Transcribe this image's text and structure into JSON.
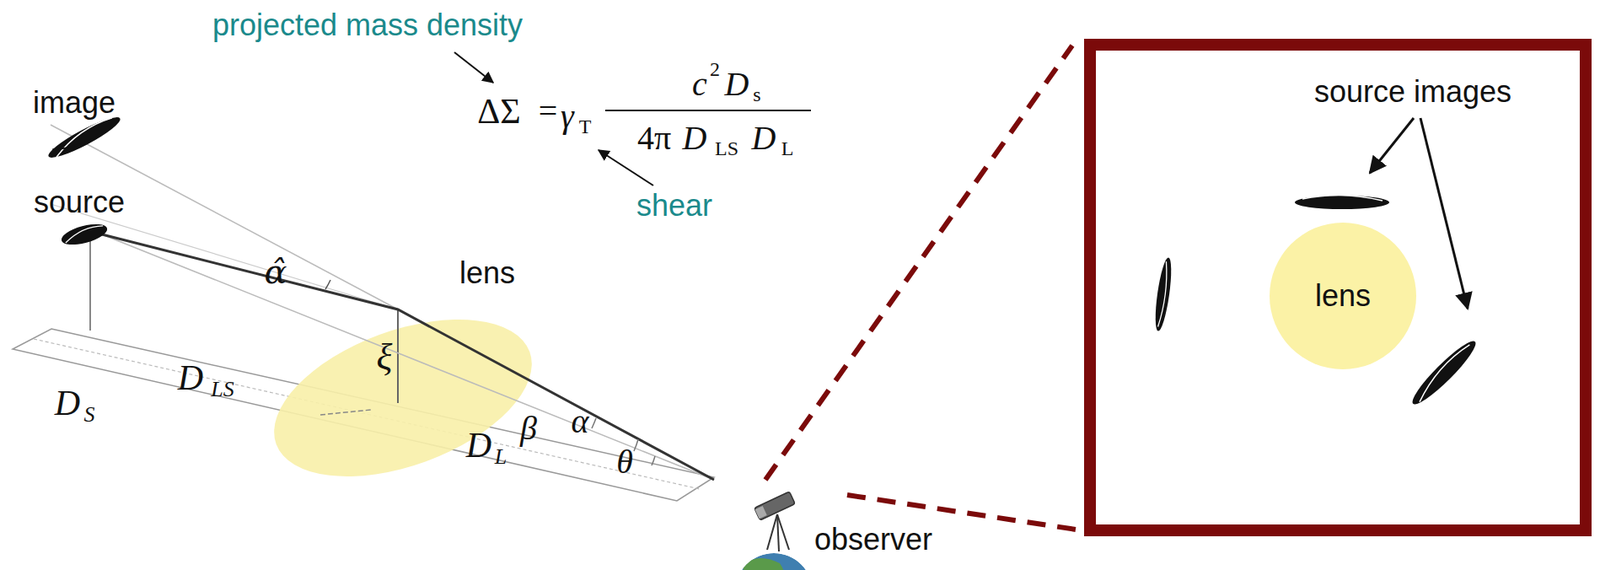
{
  "diagram": {
    "nodes": [
      {
        "text": [
          "source images"
        ]
      },
      {
        "text": [
          "lens"
        ],
        "in": 0
      }
    ],
    "labels": [
      "projected mass density",
      "ΔΣ",
      "=",
      "γ",
      "T",
      "c",
      "2",
      "D",
      "s",
      "4π",
      "D",
      "LS",
      "D",
      "L",
      "shear",
      "image",
      "source",
      "α̂",
      "lens",
      "ξ",
      "D",
      "LS",
      "D",
      "S",
      "D",
      "L",
      "β",
      "α",
      "θ",
      "observer"
    ]
  }
}
